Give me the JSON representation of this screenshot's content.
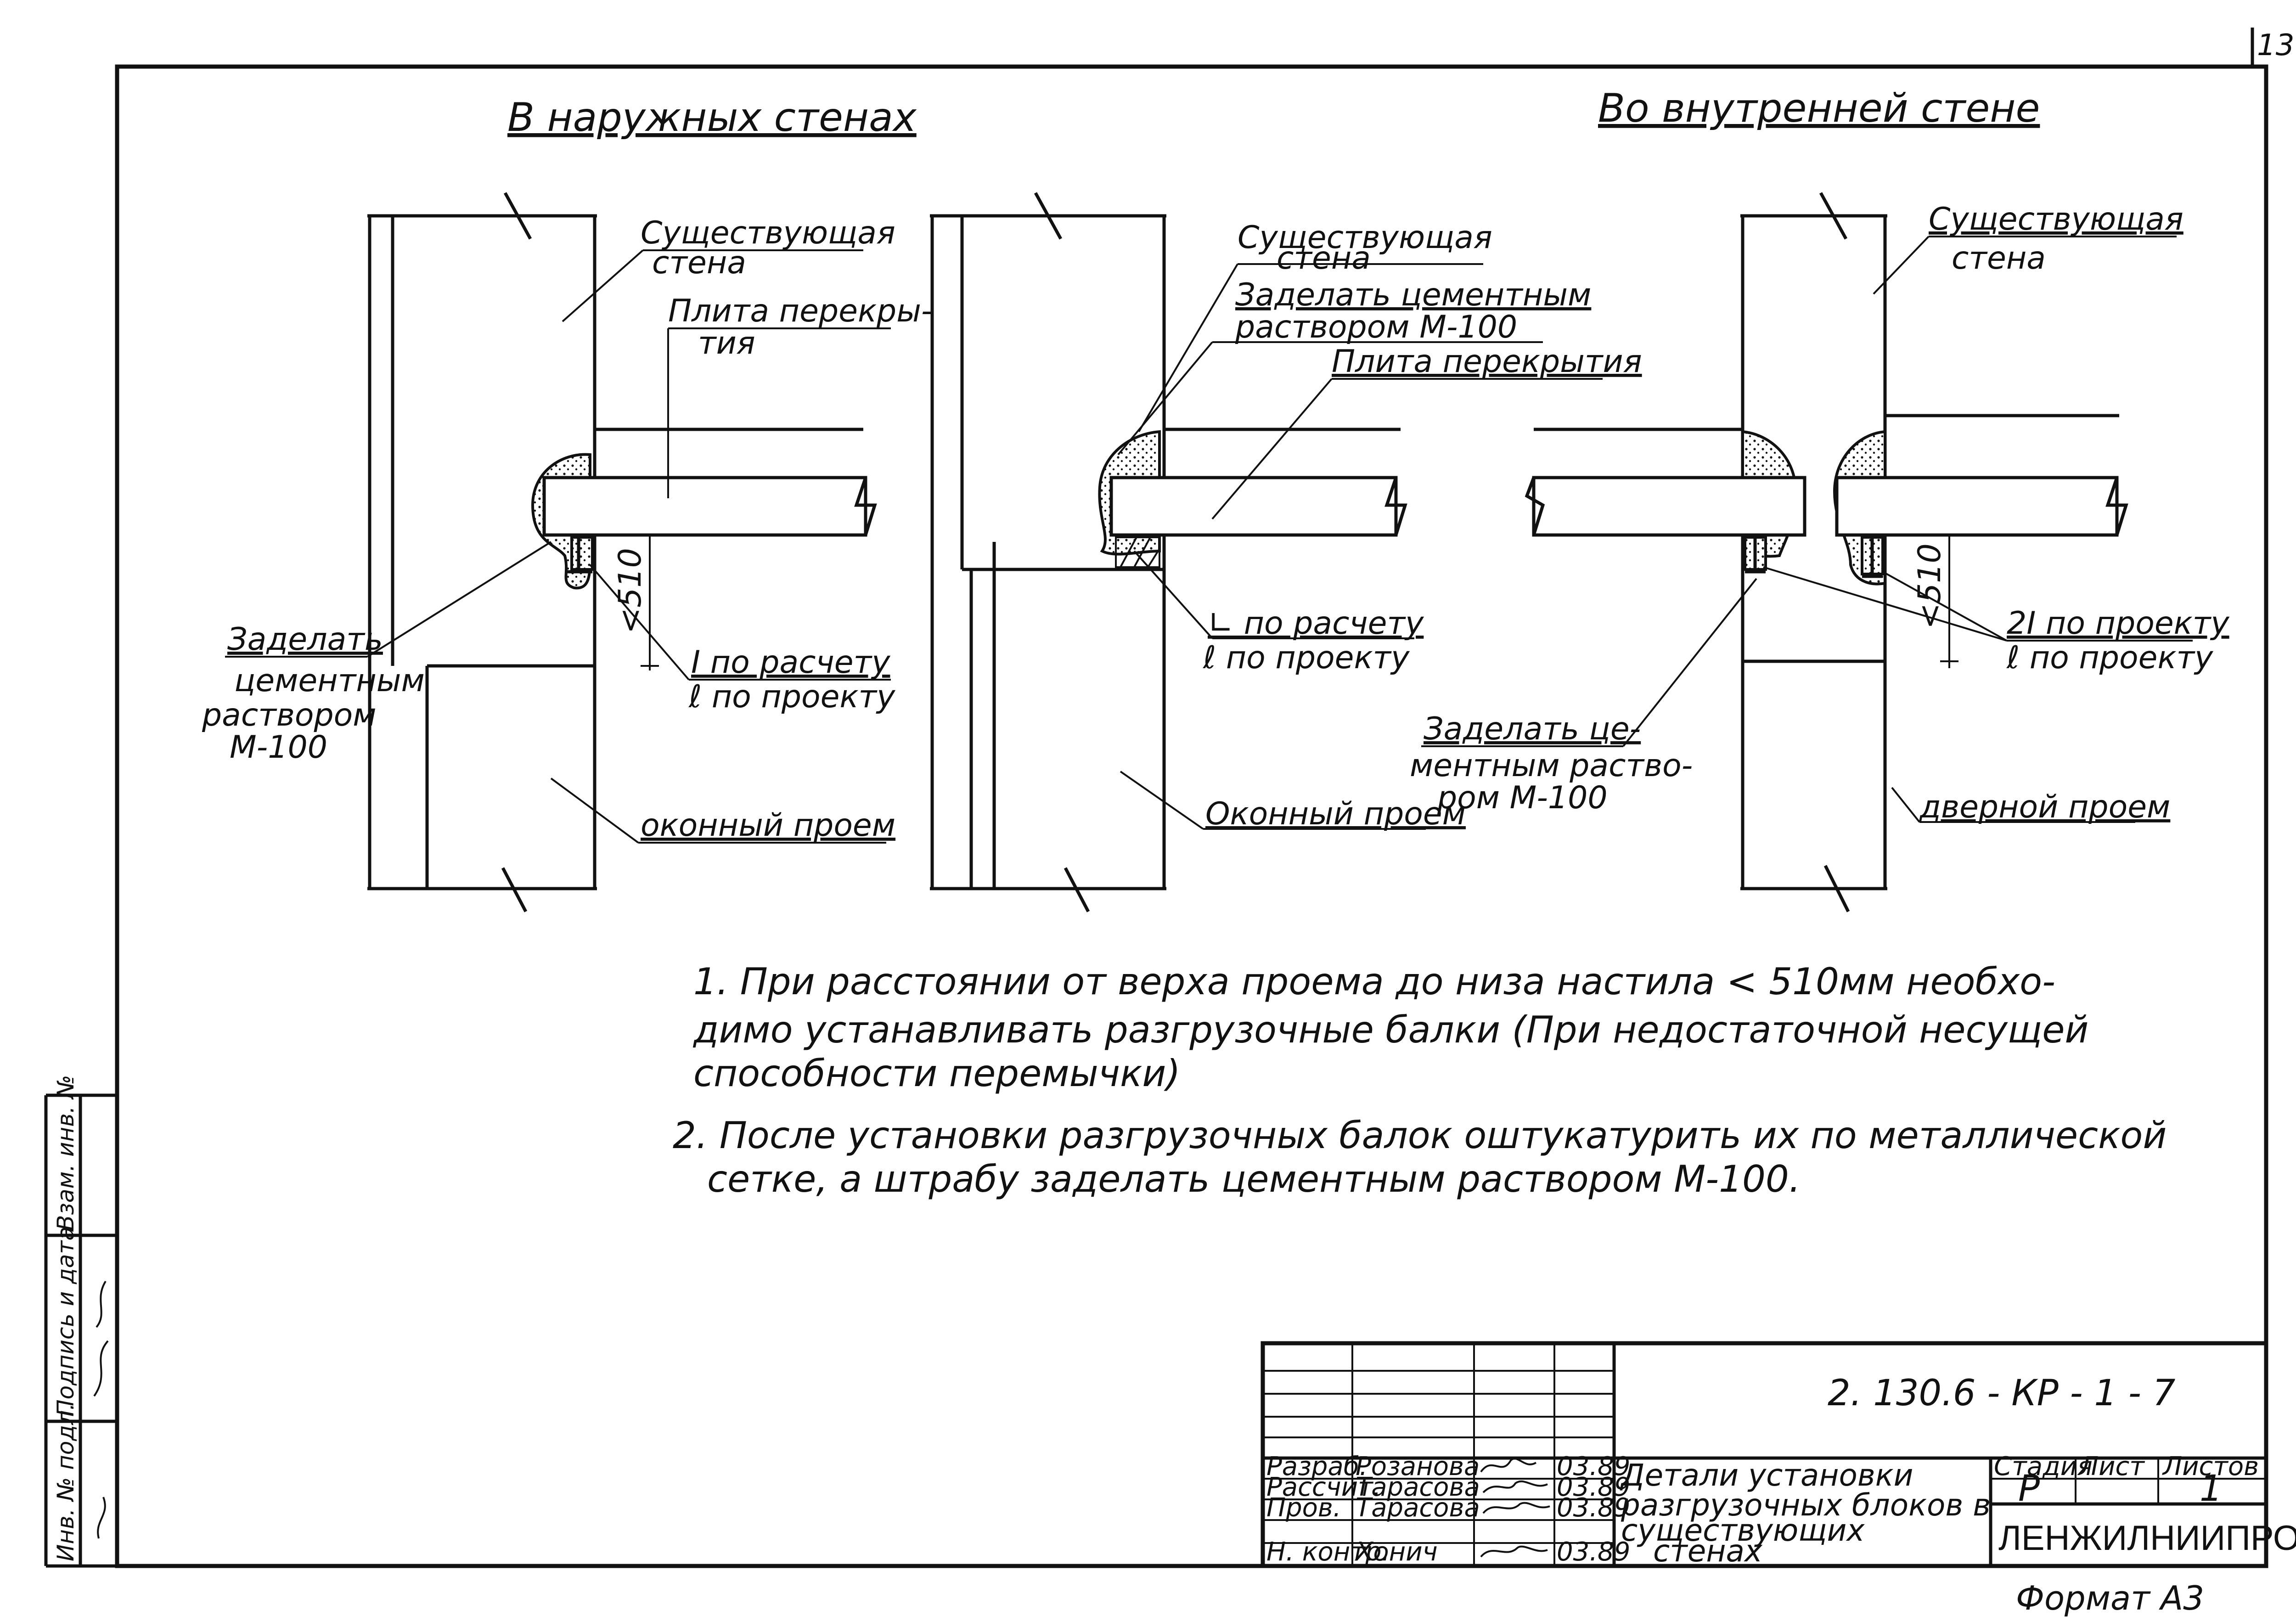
{
  "page_number": "13",
  "headings": {
    "outer": "В наружных стенах",
    "inner": "Во внутренней стене"
  },
  "labels": {
    "existing_wall_1": [
      "Существующая",
      "стена"
    ],
    "slab_1": [
      "Плита перекры-",
      "тия"
    ],
    "seal_1": [
      "Заделать",
      "цементным",
      "раствором",
      "М-100"
    ],
    "beam_1": [
      "I по расчету",
      "ℓ по проекту"
    ],
    "opening_1": "оконный проем",
    "dim_1": "<510",
    "existing_wall_2": [
      "Существующая",
      "стена"
    ],
    "seal_2": [
      "Заделать цементным",
      "раствором М-100"
    ],
    "slab_2": "Плита перекрытия",
    "beam_2": [
      "∟ по расчету",
      "ℓ по проекту"
    ],
    "opening_2": "Оконный проем",
    "existing_wall_3": [
      "Существующая",
      "стена"
    ],
    "seal_3": [
      "Заделать це-",
      "ментным раство-",
      "ром М-100"
    ],
    "beam_3": [
      "2I по проекту",
      "ℓ по проекту"
    ],
    "opening_3": "дверной проем",
    "dim_3": "<510"
  },
  "notes": [
    "1. При расстоянии от верха проема до низа настила < 510мм необхо-",
    "димо устанавливать разгрузочные балки (При недостаточной несущей",
    "способности перемычки)",
    "2. После установки разгрузочных балок оштукатурить их по металлической",
    "сетке, а штрабу заделать цементным раствором М-100."
  ],
  "side_stamp": {
    "inv": "Инв. № подл.",
    "sign": "Подпись и дата",
    "vzam": "Взам. инв. №"
  },
  "title_block": {
    "doc_code": "2. 130.6 - КР - 1 - 7",
    "rows": [
      {
        "role": "Разраб.",
        "name": "Розанова",
        "date": "03.89"
      },
      {
        "role": "Рассчит.",
        "name": "Тарасова",
        "date": "03.89"
      },
      {
        "role": "Пров.",
        "name": "Тарасова",
        "date": "03.89"
      },
      {
        "role": "Н. контр.",
        "name": "Хонич",
        "date": "03.89"
      }
    ],
    "title": [
      "Детали установки",
      "разгрузочных блоков в",
      "существующих",
      "стенах"
    ],
    "stage_header": "Стадия",
    "sheet_header": "Лист",
    "sheets_header": "Листов",
    "stage": "Р",
    "sheets": "1",
    "organization": "ЛЕНЖИЛНИИПРОЕКТ"
  },
  "format_label": "Формат А3"
}
